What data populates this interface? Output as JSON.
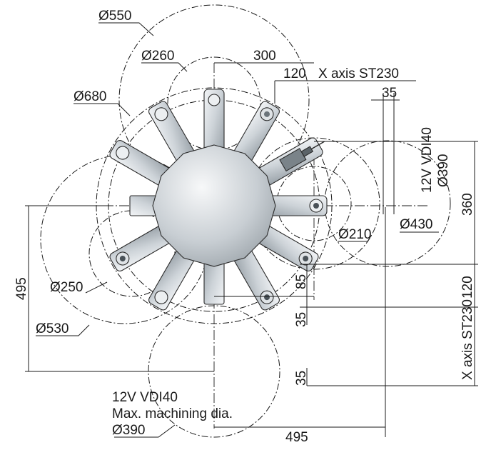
{
  "labels": {
    "d550": "Ø550",
    "d260": "Ø260",
    "d680": "Ø680",
    "dim300": "300",
    "dim120_top": "120",
    "x_axis_top": "X axis ST230",
    "dim35_top": "35",
    "vdi_right": "12V VDI40",
    "d390_right": "Ø390",
    "dim360": "360",
    "d430": "Ø430",
    "d210": "Ø210",
    "dim120_right": "120",
    "x_axis_right": "X axis ST230",
    "dim495_left": "495",
    "dim85": "85",
    "dim35_mid": "35",
    "dim35_low": "35",
    "d250": "Ø250",
    "d530": "Ø530",
    "vdi_bottom": "12V VDI40",
    "max_dia": "Max. machining dia.",
    "d390_bottom": "Ø390",
    "dim495_bottom": "495"
  }
}
